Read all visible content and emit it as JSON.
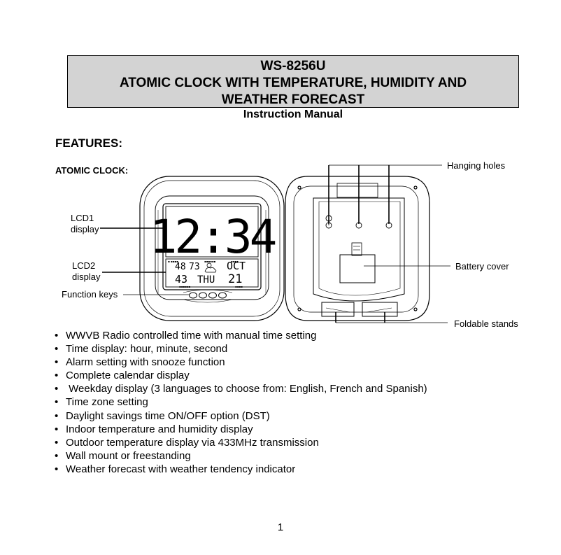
{
  "header": {
    "line1": "WS-8256U",
    "line2": "ATOMIC CLOCK WITH TEMPERATURE, HUMIDITY AND",
    "line3": "WEATHER FORECAST",
    "subtitle": "Instruction Manual"
  },
  "section_heading": "FEATURES:",
  "subsection_heading": "ATOMIC CLOCK:",
  "figure": {
    "callouts": {
      "lcd1_line1": "LCD1",
      "lcd1_line2": "display",
      "lcd2_line1": "LCD2",
      "lcd2_line2": "display",
      "function_keys": "Function keys",
      "hanging_holes": "Hanging holes",
      "battery_cover": "Battery cover",
      "foldable_stands": "Foldable stands"
    },
    "lcd1": {
      "time": "12:34"
    },
    "lcd2": {
      "indoor_temp": "48",
      "indoor_hum": "73",
      "month": "OCT",
      "outdoor_temp": "43",
      "weekday": "THU",
      "day": "21"
    }
  },
  "features": [
    "WWVB Radio controlled time with manual time setting",
    "Time display: hour, minute, second",
    "Alarm setting with snooze function",
    "Complete calendar display",
    " Weekday display (3 languages to choose from: English, French and Spanish)",
    "Time zone setting",
    "Daylight savings time ON/OFF option (DST)",
    "Indoor temperature and humidity display",
    "Outdoor temperature display via 433MHz transmission",
    "Wall mount or freestanding",
    "Weather forecast with weather tendency indicator"
  ],
  "page_number": "1"
}
